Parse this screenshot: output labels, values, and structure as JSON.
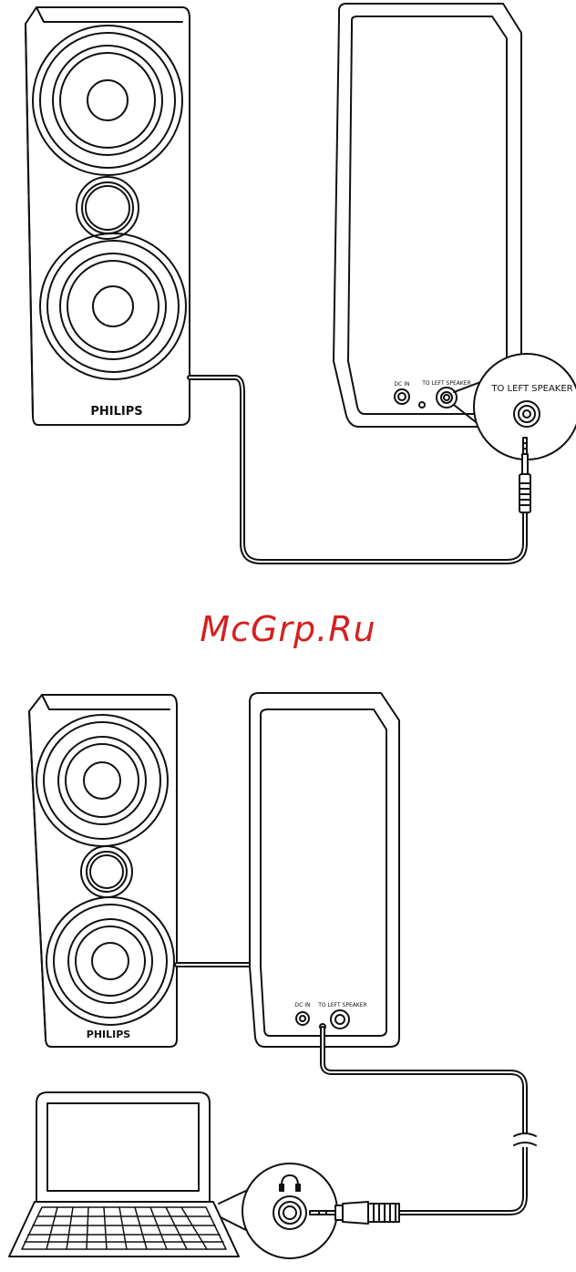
{
  "brand": "PHILIPS",
  "labels": {
    "dc_in": "DC IN",
    "to_left_speaker": "TO LEFT SPEAKER",
    "zoom_to_left_speaker": "TO LEFT SPEAKER"
  },
  "watermark": "McGrp.Ru",
  "icons": {
    "headphone": "headphone-icon"
  },
  "colors": {
    "line": "#111111",
    "watermark": "#d42020"
  }
}
